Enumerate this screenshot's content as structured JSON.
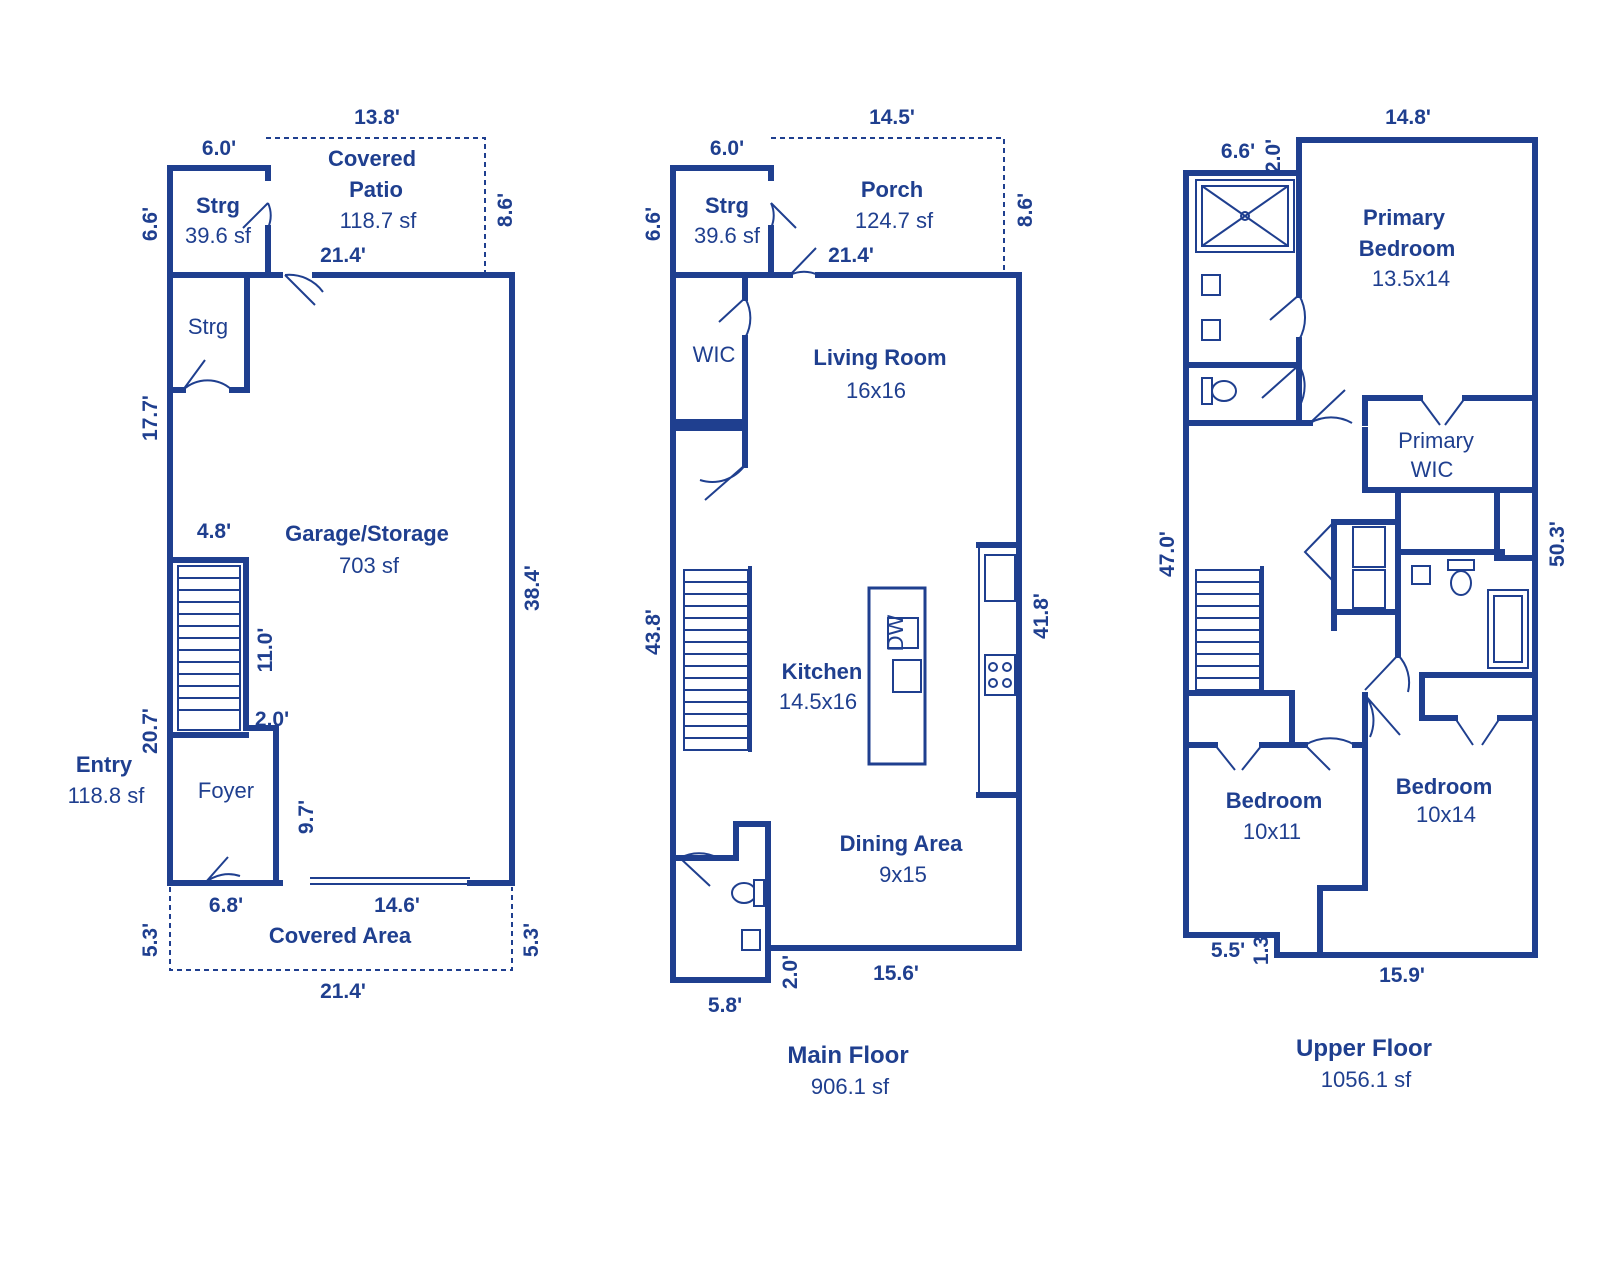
{
  "floors": {
    "lower": {
      "rooms": {
        "covered_patio_name_1": "Covered",
        "covered_patio_name_2": "Patio",
        "covered_patio_area": "118.7 sf",
        "strg_top_name": "Strg",
        "strg_top_area": "39.6 sf",
        "strg_small": "Strg",
        "garage_name": "Garage/Storage",
        "garage_area": "703 sf",
        "foyer": "Foyer",
        "entry_name": "Entry",
        "entry_area": "118.8 sf",
        "covered_area": "Covered Area"
      },
      "dims": {
        "top_total": "13.8'",
        "top_left": "6.0'",
        "strg_height": "6.6'",
        "patio_depth": "8.6'",
        "patio_width": "21.4'",
        "left_upper": "17.7'",
        "right_side": "38.4'",
        "stair_width": "4.8'",
        "stair_length": "11.0'",
        "landing": "2.0'",
        "left_lower": "20.7'",
        "foyer_side": "9.7'",
        "front_left": "6.8'",
        "front_right": "14.6'",
        "covered_left": "5.3'",
        "covered_right": "5.3'",
        "bottom_total": "21.4'"
      }
    },
    "main": {
      "title": "Main Floor",
      "area": "906.1 sf",
      "rooms": {
        "strg_name": "Strg",
        "strg_area": "39.6 sf",
        "porch_name": "Porch",
        "porch_area": "124.7 sf",
        "wic": "WIC",
        "living_name": "Living Room",
        "living_size": "16x16",
        "kitchen_name": "Kitchen",
        "kitchen_size": "14.5x16",
        "dining_name": "Dining Area",
        "dining_size": "9x15",
        "dw": "DW"
      },
      "dims": {
        "top_total": "14.5'",
        "top_left": "6.0'",
        "strg_height": "6.6'",
        "porch_depth": "8.6'",
        "porch_width": "21.4'",
        "left_side": "43.8'",
        "right_side": "41.8'",
        "bottom_left": "5.8'",
        "notch": "2.0'",
        "bottom_right": "15.6'"
      }
    },
    "upper": {
      "title": "Upper Floor",
      "area": "1056.1 sf",
      "rooms": {
        "primary_name_1": "Primary",
        "primary_name_2": "Bedroom",
        "primary_size": "13.5x14",
        "primary_wic_1": "Primary",
        "primary_wic_2": "WIC",
        "bed1_name": "Bedroom",
        "bed1_size": "10x11",
        "bed2_name": "Bedroom",
        "bed2_size": "10x14"
      },
      "dims": {
        "top_total": "14.8'",
        "top_left": "6.6'",
        "top_notch": "2.0'",
        "left_side": "47.0'",
        "right_side": "50.3'",
        "bottom_left": "5.5'",
        "bottom_notch": "1.3'",
        "bottom_right": "15.9'"
      }
    }
  },
  "colors": {
    "ink": "#1f3f8f",
    "background": "#ffffff"
  }
}
